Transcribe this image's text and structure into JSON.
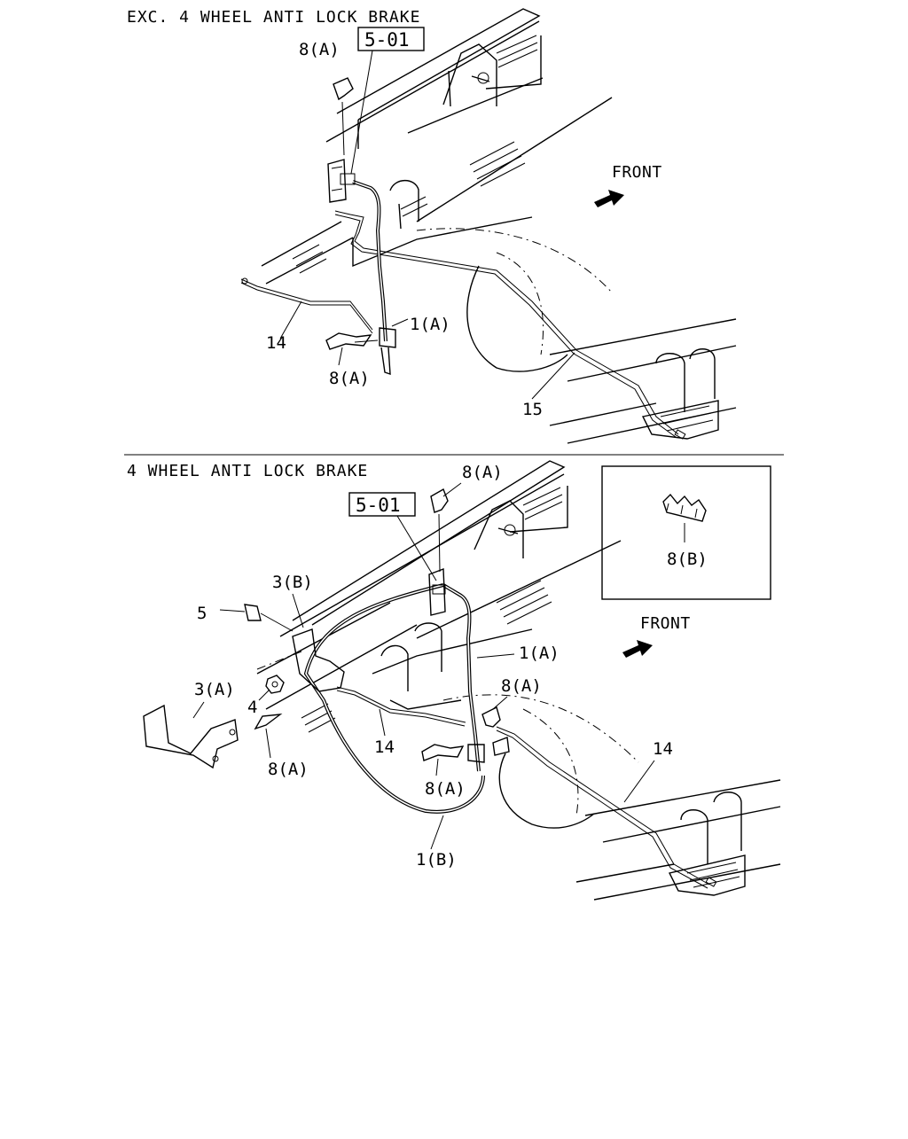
{
  "sections": {
    "top": {
      "title": "EXC. 4 WHEEL ANTI LOCK BRAKE",
      "ref_box": "5-01",
      "front_label": "FRONT",
      "callouts": {
        "clip_upper": "8(A)",
        "hose": "1(A)",
        "pipe_left": "14",
        "clip_lower": "8(A)",
        "pipe_right": "15"
      }
    },
    "bottom": {
      "title": "4 WHEEL ANTI LOCK BRAKE",
      "ref_box": "5-01",
      "front_label": "FRONT",
      "callouts": {
        "clip_top": "8(A)",
        "bracket_b": "3(B)",
        "bolt": "5",
        "bracket_a": "3(A)",
        "nut": "4",
        "hose_a": "1(A)",
        "clip_right": "8(A)",
        "pipe_mid": "14",
        "clip_left": "8(A)",
        "clip_center": "8(A)",
        "pipe_right": "14",
        "hose_b": "1(B)"
      },
      "inset": {
        "callout": "8(B)"
      }
    }
  },
  "icons": {
    "front_arrow": "front-arrow-icon"
  }
}
